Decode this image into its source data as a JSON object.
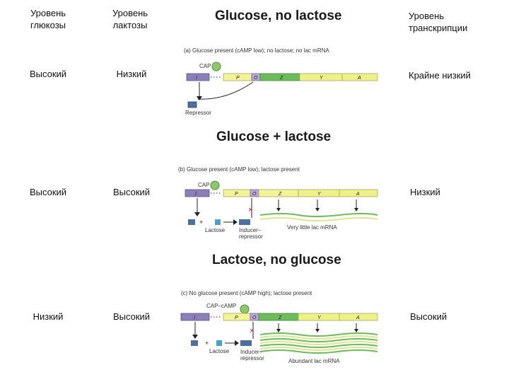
{
  "headers": {
    "glucose": [
      "Уровень",
      "глюкозы"
    ],
    "lactose": [
      "Уровень",
      "лактозы"
    ],
    "transcription": [
      "Уровень",
      "транскрипции"
    ]
  },
  "rows": [
    {
      "glucose": "Высокий",
      "lactose": "Низкий",
      "transcription": "Крайне низкий"
    },
    {
      "glucose": "Высокий",
      "lactose": "Высокий",
      "transcription": "Низкий"
    },
    {
      "glucose": "Низкий",
      "lactose": "Высокий",
      "transcription": "Высокий"
    }
  ],
  "panels": [
    {
      "title": "Glucose, no lactose",
      "caption": "(a) Glucose present (cAMP low); no lactose; no lac mRNA",
      "cap_label": "CAP",
      "gene_labels": [
        "I",
        "P",
        "O",
        "Z",
        "Y",
        "A"
      ],
      "repressor_label": "Repressor"
    },
    {
      "title": "Glucose + lactose",
      "caption": "(b) Glucose present (cAMP low); lactose present",
      "cap_label": "CAP",
      "gene_labels": [
        "I",
        "P",
        "O",
        "Z",
        "Y",
        "A"
      ],
      "plus": "+",
      "lactose_label": "Lactose",
      "inducer_label": [
        "Inducer–",
        "repressor"
      ],
      "mrna_label": "Very little lac mRNA"
    },
    {
      "title": "Lactose, no glucose",
      "caption": "(c) No glucose present (cAMP high); lactose present",
      "cap_label": "CAP–cAMP",
      "gene_labels": [
        "I",
        "P",
        "O",
        "Z",
        "Y",
        "A"
      ],
      "plus": "+",
      "lactose_label": "Lactose",
      "inducer_label": [
        "Inducer–",
        "repressor"
      ],
      "mrna_label": "Abundant lac mRNA"
    }
  ],
  "colors": {
    "gene_i": "#8b7fb8",
    "gene_zya": "#eef08a",
    "promoter": "#f3f39a",
    "operator": "#b9a7d8",
    "green_segment": "#6dbb5c",
    "mrna": "#dbe98a",
    "cap": "#8fc86b",
    "repressor": "#4a6fa0",
    "inhibit_x": "#cc2222"
  }
}
